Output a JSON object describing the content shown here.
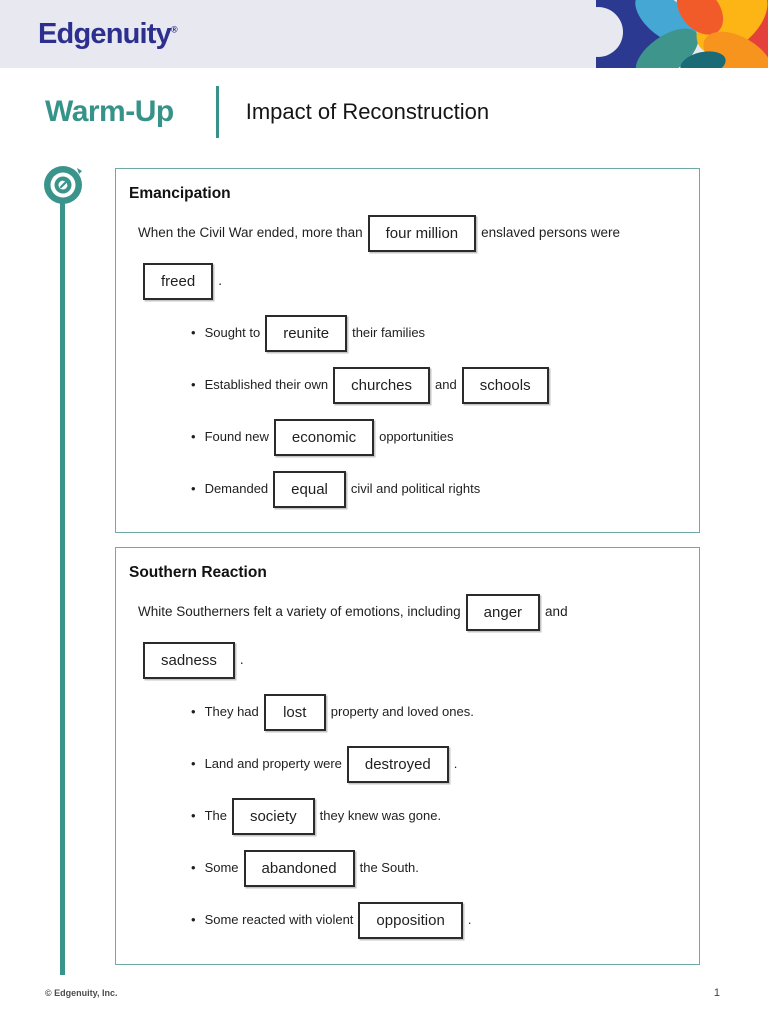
{
  "brand": {
    "logo_text": "Edgenuity",
    "registered": "®",
    "colors": {
      "header_bg": "#e7e8f0",
      "logo_navy": "#2d2f8e",
      "accent_teal": "#379389",
      "card_border_teal": "#6fa9a5",
      "petal_navy": "#2b3990",
      "petal_cyan": "#45a7d4",
      "petal_teal": "#3e958b",
      "petal_dark_teal": "#1a6b76",
      "petal_orange": "#f15b2a",
      "petal_yellow": "#fdb515",
      "petal_orange2": "#f7941e",
      "petal_red": "#e4413c"
    }
  },
  "title": {
    "section_label": "Warm-Up",
    "topic": "Impact of Reconstruction"
  },
  "icons": {
    "target_icon": "target-with-arrow",
    "petals_graphic": "decorative-petal-pinwheel"
  },
  "sections": [
    {
      "heading": "Emancipation",
      "intro": {
        "line1_pre": "When the Civil War ended, more than",
        "line1_blank": "four million",
        "line1_post": "enslaved persons were",
        "line2_blank": "freed",
        "line2_post": "."
      },
      "bullets": [
        {
          "pre": "Sought to",
          "blank": "reunite",
          "post": "their families"
        },
        {
          "pre": "Established their own",
          "blank": "churches",
          "mid": "and",
          "blank2": "schools",
          "post": ""
        },
        {
          "pre": "Found new",
          "blank": "economic",
          "post": "opportunities"
        },
        {
          "pre": "Demanded",
          "blank": "equal",
          "post": "civil and political rights"
        }
      ]
    },
    {
      "heading": "Southern Reaction",
      "intro": {
        "line1_pre": "White Southerners felt a variety of emotions, including",
        "line1_blank": "anger",
        "line1_post": "and",
        "line2_blank": "sadness",
        "line2_post": "."
      },
      "bullets": [
        {
          "pre": "They had",
          "blank": "lost",
          "post": "property and loved ones."
        },
        {
          "pre": "Land and property were",
          "blank": "destroyed",
          "post": "."
        },
        {
          "pre": "The",
          "blank": "society",
          "post": "they knew was gone."
        },
        {
          "pre": "Some",
          "blank": "abandoned",
          "post": "the South."
        },
        {
          "pre": "Some reacted with violent",
          "blank": "opposition",
          "post": "."
        }
      ]
    }
  ],
  "footer": {
    "copyright": "© Edgenuity, Inc.",
    "page_number": "1"
  }
}
